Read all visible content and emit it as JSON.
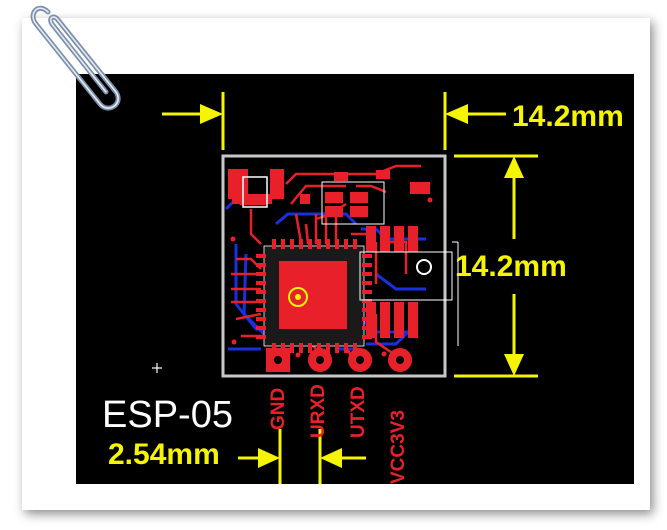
{
  "module_name": "ESP-05",
  "dimensions": {
    "width_label": "14.2mm",
    "height_label": "14.2mm",
    "pitch_label": "2.54mm"
  },
  "pins": [
    {
      "label": "GND"
    },
    {
      "label": "URXD"
    },
    {
      "label": "UTXD"
    },
    {
      "label": "VCC3V3"
    }
  ],
  "colors": {
    "background": "#000000",
    "dimension": "#f5f500",
    "copper": "#e8202a",
    "trace_blue": "#1a2fe0",
    "outline": "#c8c8c8"
  },
  "icons": [
    "paperclip-icon",
    "crosshair-icon",
    "wifi-chip-icon"
  ]
}
